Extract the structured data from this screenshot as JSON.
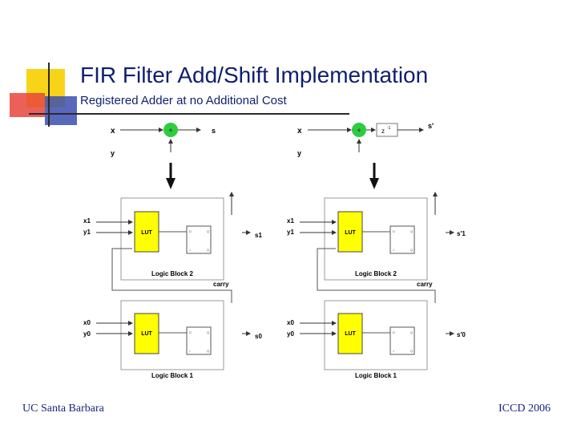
{
  "slide": {
    "title": "FIR Filter Add/Shift Implementation",
    "subtitle": "Registered Adder at no Additional Cost",
    "footer_left": "UC Santa Barbara",
    "footer_right": "ICCD 2006"
  },
  "colors": {
    "title": "#0f1f6e",
    "accent_yellow": "#f7d417",
    "accent_red": "#e8453c",
    "accent_blue": "#3b4fb0",
    "adder_green": "#2ecc40",
    "lut_yellow": "#ffff00"
  },
  "left_diagram": {
    "x_label": "x",
    "y_label": "y",
    "adder_symbol": "+",
    "s_label": "s",
    "block2_label": "Logic Block 2",
    "block1_label": "Logic Block 1",
    "carry_label": "carry",
    "lut_label": "LUT",
    "x1": "x1",
    "y1": "y1",
    "x0": "x0",
    "y0": "y0",
    "s1": "s1",
    "s0": "s0"
  },
  "right_diagram": {
    "x_label": "x",
    "y_label": "y",
    "adder_symbol": "+",
    "delay_label": "z",
    "delay_sup": "-1",
    "s_label": "s'",
    "block2_label": "Logic Block 2",
    "block1_label": "Logic Block 1",
    "carry_label": "carry",
    "lut_label": "LUT",
    "x1": "x1",
    "y1": "y1",
    "x0": "x0",
    "y0": "y0",
    "s1": "s'1",
    "s0": "s'0"
  }
}
